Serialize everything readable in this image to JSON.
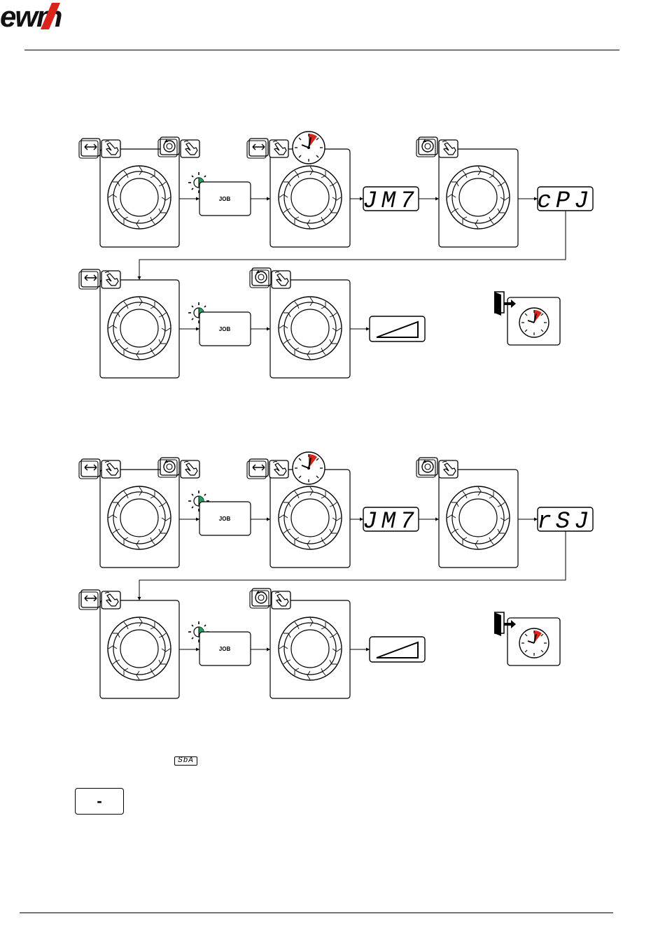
{
  "header": {
    "logo_text": "ewm"
  },
  "diagram_top": {
    "job_labels": [
      "JOB",
      "JOB"
    ],
    "displays": [
      "JM7",
      "cPJ"
    ]
  },
  "diagram_bottom": {
    "job_labels": [
      "JOB",
      "JOB"
    ],
    "displays": [
      "JM7",
      "rSJ"
    ]
  },
  "note": {
    "small_display": "SbA"
  },
  "button": {
    "label": "-"
  },
  "colors": {
    "accent_red": "#d9261c",
    "led_green": "#1e9e5a"
  },
  "icons": [
    "select-arrows-icon",
    "hand-press-icon",
    "rotate-hand-icon",
    "timer-icon",
    "led-blink-icon",
    "exit-door-icon",
    "ramp-icon",
    "rotary-knob-icon"
  ]
}
